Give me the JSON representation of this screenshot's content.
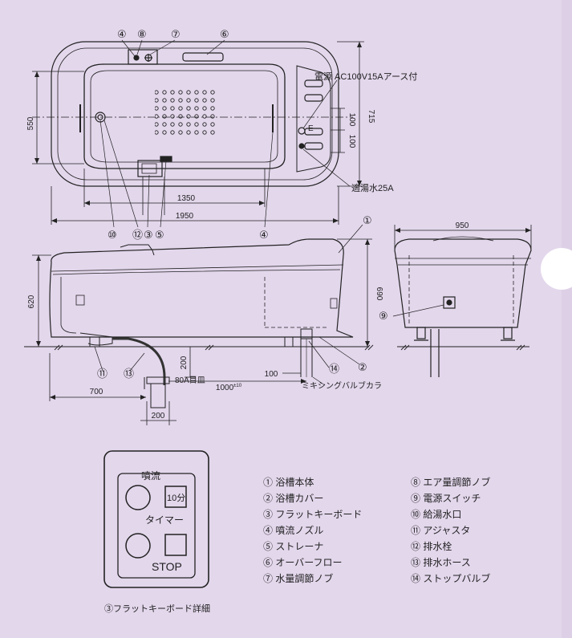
{
  "dims": {
    "d550": "550",
    "d715": "715",
    "d1350": "1350",
    "d1950": "1950",
    "d100a": "100",
    "d100b": "100",
    "d950": "950",
    "d620": "620",
    "d690": "690",
    "d700": "700",
    "d1000": "1000",
    "d1000_tol": "±10",
    "d100_pipe": "100",
    "d200_v": "200",
    "d200_h": "200"
  },
  "callouts": {
    "power": "電源 AC100V15Aアース付",
    "water": "適湯水25A",
    "dish": "80A目皿",
    "mixing": "ミキシングバルブカラ",
    "e_mark": "E"
  },
  "markers": {
    "m1": "①",
    "m2": "②",
    "m4": "④",
    "m5": "⑤",
    "m6": "⑥",
    "m7": "⑦",
    "m8": "⑧",
    "m9": "⑨",
    "m10": "⑩",
    "m11": "⑪",
    "m12": "⑫",
    "m13": "⑬",
    "m14": "⑭",
    "m3": "③"
  },
  "panel": {
    "title": "噴流",
    "timer_btn": "10分",
    "timer_label": "タイマー",
    "stop": "STOP",
    "caption": "③フラットキーボード詳細"
  },
  "legend_left": [
    "① 浴槽本体",
    "② 浴槽カバー",
    "③ フラットキーボード",
    "④ 噴流ノズル",
    "⑤ ストレーナ",
    "⑥ オーバーフロー",
    "⑦ 水量調節ノブ"
  ],
  "legend_right": [
    "⑧ エア量調節ノブ",
    "⑨ 電源スイッチ",
    "⑩ 給湯水口",
    "⑪ アジャスタ",
    "⑫ 排水栓",
    "⑬ 排水ホース",
    "⑭ ストップバルブ"
  ]
}
